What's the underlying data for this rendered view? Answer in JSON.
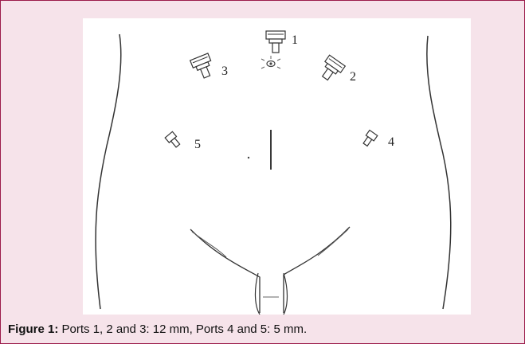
{
  "figure": {
    "label": "Figure 1:",
    "caption_text": " Ports 1, 2 and 3: 12 mm, Ports 4 and 5: 5 mm.",
    "ports": [
      {
        "id": "1",
        "label": "1"
      },
      {
        "id": "2",
        "label": "2"
      },
      {
        "id": "3",
        "label": "3"
      },
      {
        "id": "4",
        "label": "4"
      },
      {
        "id": "5",
        "label": "5"
      }
    ],
    "colors": {
      "border": "#9b1b4b",
      "panel_background": "#f6e3ea",
      "drawing_line": "#333333"
    },
    "icons": [
      "trocar-icon",
      "umbilicus-icon"
    ]
  }
}
